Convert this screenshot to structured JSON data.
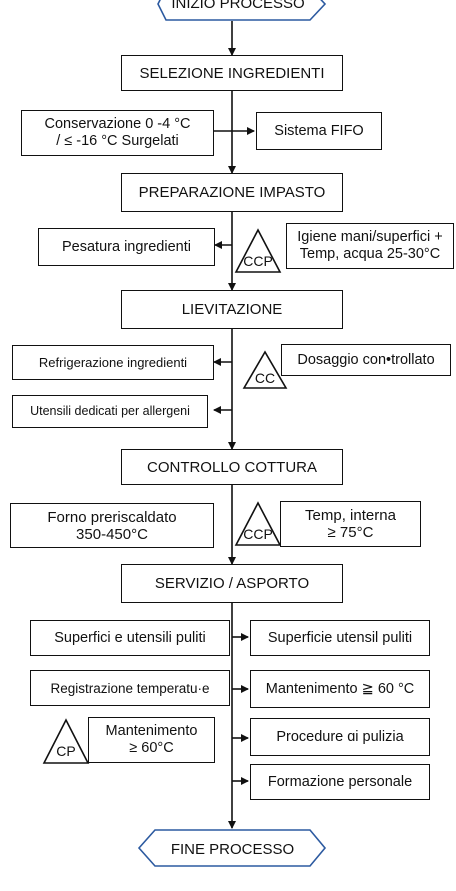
{
  "start": "INIZIO PROCESSO",
  "end": "FINE PROCESSO",
  "steps": {
    "selezione": "SELEZIONE INGREDIENTI",
    "preparazione": "PREPARAZIONE IMPASTO",
    "lievitazione": "LIEVITAZIONE",
    "controllo_cottura": "CONTROLLO COTTURA",
    "servizio": "SERVIZIO / ASPORTO"
  },
  "selezione_side": {
    "conservazione": "Conservazione 0 -4 °C\n/ ≤ -16 °C Surgelati",
    "fifo": "Sistema FIFO"
  },
  "preparazione_side": {
    "pesatura": "Pesatura ingredienti",
    "ccp_tag": "CCP",
    "igiene": "Igiene mani/superfici +\nTemp, acqua 25-30°C"
  },
  "lievitazione_side": {
    "refrigerazione": "Refrigerazione ingredienti",
    "utensili": "Utensili dedicati per allergeni",
    "cc_tag": "CC",
    "dosaggio": "Dosaggio con•trollato"
  },
  "cottura_side": {
    "forno": "Forno preriscaldato\n350-450°C",
    "ccp_tag": "CCP",
    "temp_interna": "Temp, interna\n≥ 75°C"
  },
  "servizio_side": {
    "superfici_left": "Superfici e utensili puliti",
    "registrazione": "Registrazione temperatu·e",
    "cp_tag": "CP",
    "mantenimento_left": "Mantenimento\n≥ 60°C",
    "superficie_right": "Superficie utensil puliti",
    "mantenimento_right": "Mantenimento ≧ 60 °C",
    "procedure": "Procedure ɑi pulizia",
    "formazione": "Formazione personale"
  }
}
